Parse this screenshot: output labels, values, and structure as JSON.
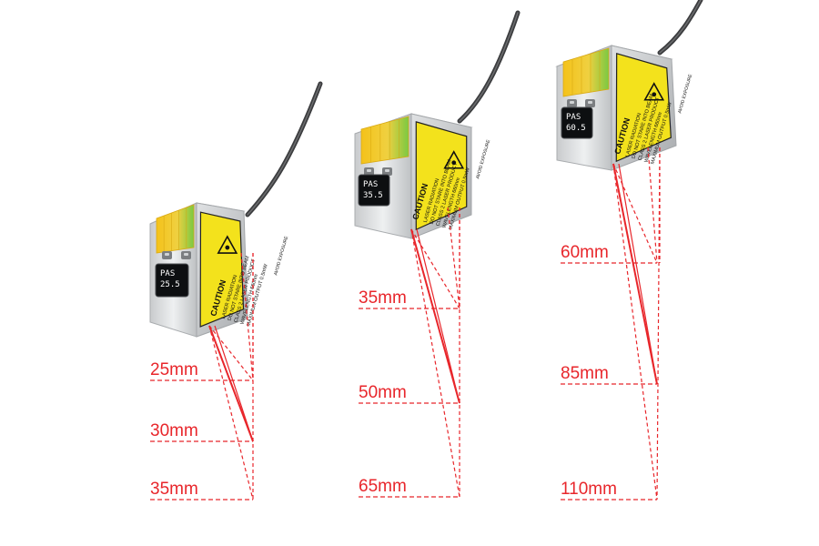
{
  "colors": {
    "measure_line": "#e8262b",
    "label_yellow": "#f3e21c",
    "body_silver": "#d6d8da",
    "led_yellow": "#f4c21a",
    "led_green": "#7ac943"
  },
  "sensors": [
    {
      "label": {
        "title": "CAUTION",
        "lines": [
          "LASER RADIATION",
          "DO NOT STARE INTO BEAM",
          "CLASS 2 LASER PRODUCT",
          "WAVELENGTH 660nm",
          "MAXIMUM OUTPUT 0.5mW"
        ],
        "footer": "AVOID EXPOSURE"
      },
      "display": [
        "PAS",
        "25.5"
      ],
      "distances": [
        "25mm",
        "30mm",
        "35mm"
      ]
    },
    {
      "label": {
        "title": "CAUTION",
        "lines": [
          "LASER RADIATION",
          "DO NOT STARE INTO BEAM",
          "CLASS 2 LASER PRODUCT",
          "WAVELENGTH 660nm",
          "MAXIMUM OUTPUT 0.5mW"
        ],
        "footer": "AVOID EXPOSURE"
      },
      "display": [
        "PAS",
        "35.5"
      ],
      "distances": [
        "35mm",
        "50mm",
        "65mm"
      ]
    },
    {
      "label": {
        "title": "CAUTION",
        "lines": [
          "LASER RADIATION",
          "DO NOT STARE INTO BEAM",
          "CLASS 2 LASER PRODUCT",
          "WAVELENGTH 660nm",
          "MAXIMUM OUTPUT 0.5mW"
        ],
        "footer": "AVOID EXPOSURE"
      },
      "display": [
        "PAS",
        "60.5"
      ],
      "distances": [
        "60mm",
        "85mm",
        "110mm"
      ]
    }
  ]
}
